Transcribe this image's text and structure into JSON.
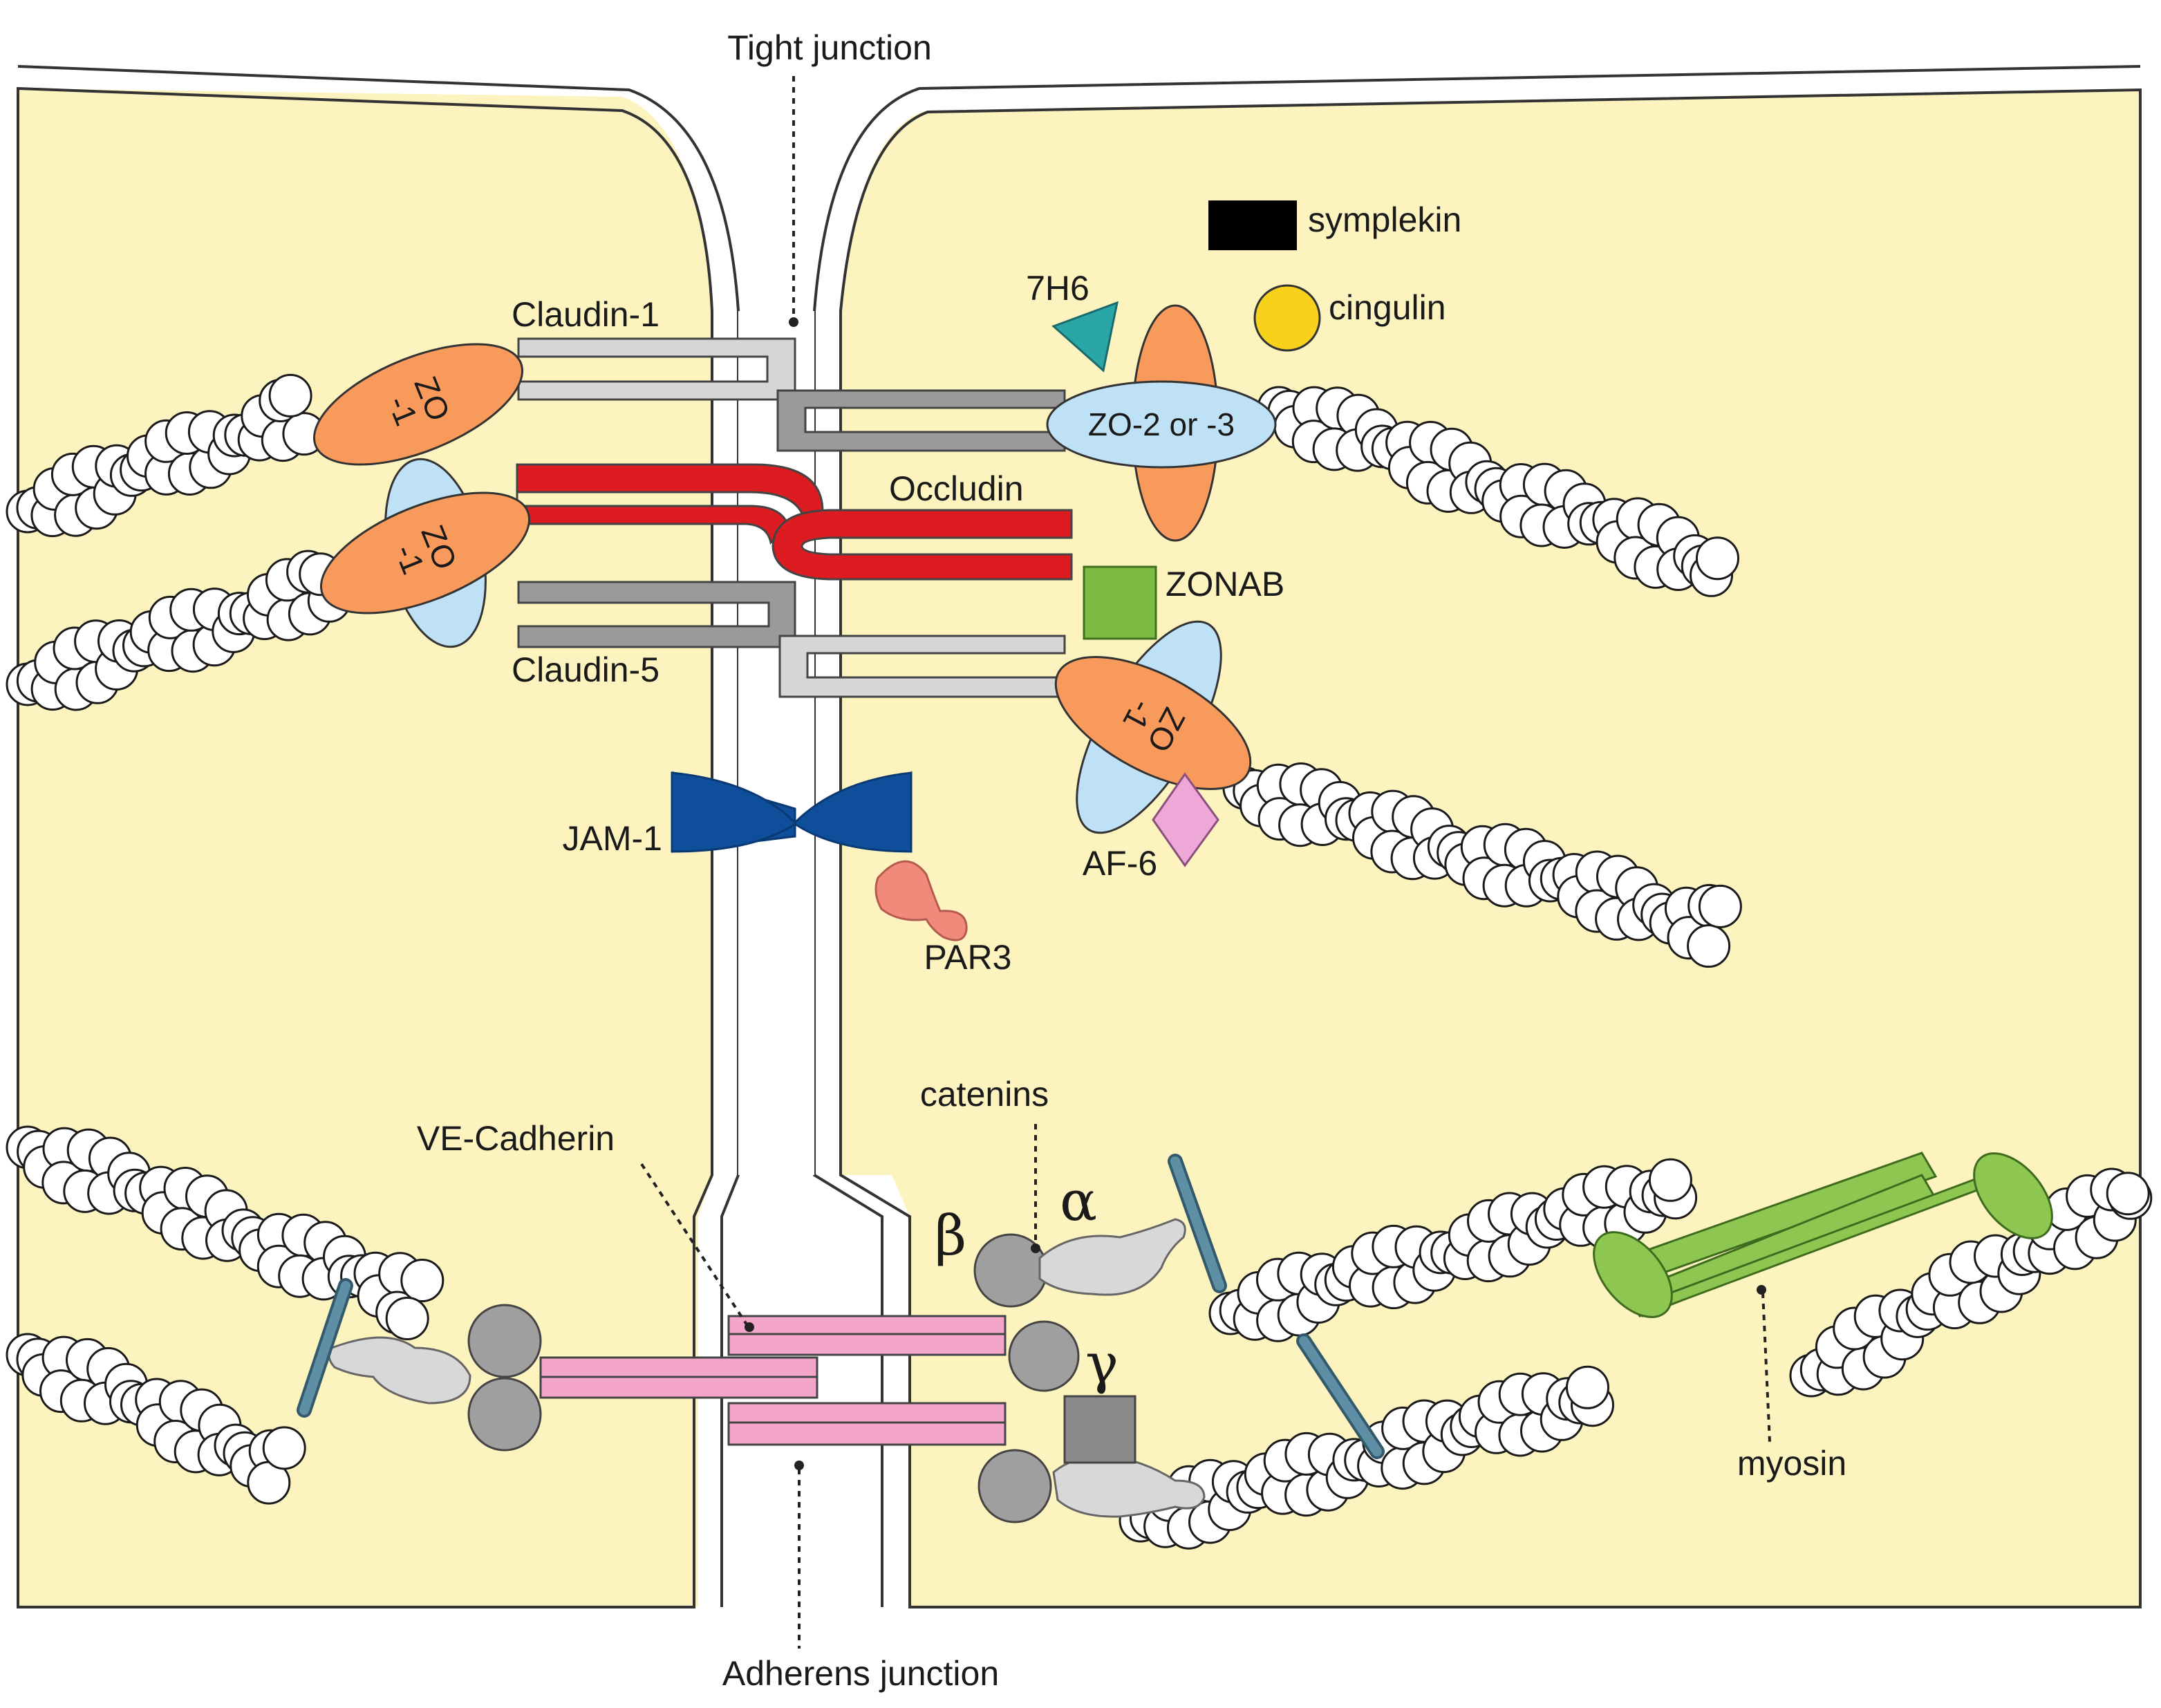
{
  "labels": {
    "tight_junction": "Tight junction",
    "adherens_junction": "Adherens junction",
    "symplekin": "symplekin",
    "cingulin": "cingulin",
    "seven_h6": "7H6",
    "claudin1": "Claudin-1",
    "claudin5": "Claudin-5",
    "occludin": "Occludin",
    "zonab": "ZONAB",
    "jam1": "JAM-1",
    "par3": "PAR3",
    "af6": "AF-6",
    "ve_cadherin": "VE-Cadherin",
    "catenins": "catenins",
    "myosin": "myosin",
    "zo1_line1": "ZO",
    "zo1_line2": "-1",
    "zo2_or_3": "ZO-2 or -3",
    "beta": "β",
    "alpha": "α",
    "gamma": "γ"
  },
  "colors": {
    "cytoplasm": "#fcf3bf",
    "zo1": "#f79a5b",
    "zo_light": "#bfe1f6",
    "occludin": "#dd1c22",
    "claudin_light": "#d6d6d6",
    "claudin_dark": "#9a9a9a",
    "jam1": "#0e4e9a",
    "par3": "#f28a7c",
    "af6": "#eda8d8",
    "zonab": "#7cbc44",
    "seven_h6": "#2aa6a6",
    "cingulin": "#f7d11c",
    "symplekin": "#000000",
    "ve_cadherin": "#f3a6c9",
    "catenin_gray": "#9f9f9f",
    "alpha_catenin": "#d8d8d8",
    "vinculin": "#5f8fa5",
    "myosin": "#8dc650"
  }
}
